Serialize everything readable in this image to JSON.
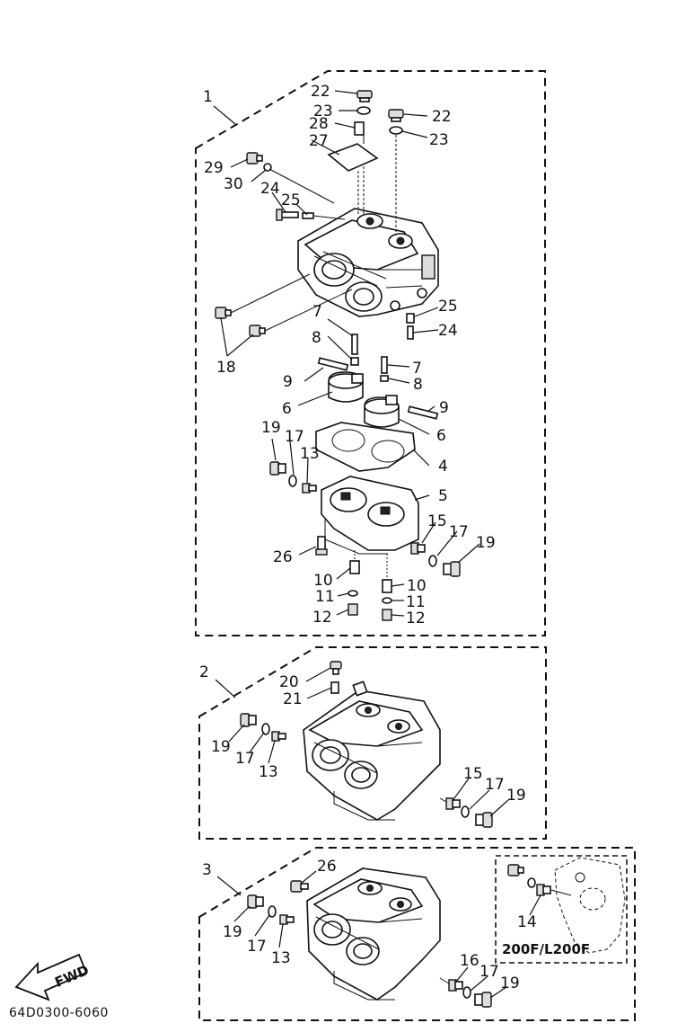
{
  "document_code": "64D0300-6060",
  "fwd_label": "FWD",
  "inset_label": "200F/L200F",
  "assemblies": [
    "1",
    "2",
    "3"
  ],
  "callouts": {
    "a1": [
      "22",
      "23",
      "28",
      "27",
      "22",
      "23",
      "29",
      "30",
      "24",
      "25",
      "25",
      "24",
      "18",
      "7",
      "8",
      "9",
      "6",
      "7",
      "8",
      "9",
      "6",
      "19",
      "17",
      "13",
      "4",
      "5",
      "15",
      "17",
      "19",
      "26",
      "10",
      "11",
      "12",
      "10",
      "11",
      "12"
    ],
    "a2": [
      "20",
      "21",
      "19",
      "17",
      "13",
      "15",
      "17",
      "19"
    ],
    "a3": [
      "26",
      "19",
      "17",
      "13",
      "14",
      "16",
      "17",
      "19"
    ]
  }
}
